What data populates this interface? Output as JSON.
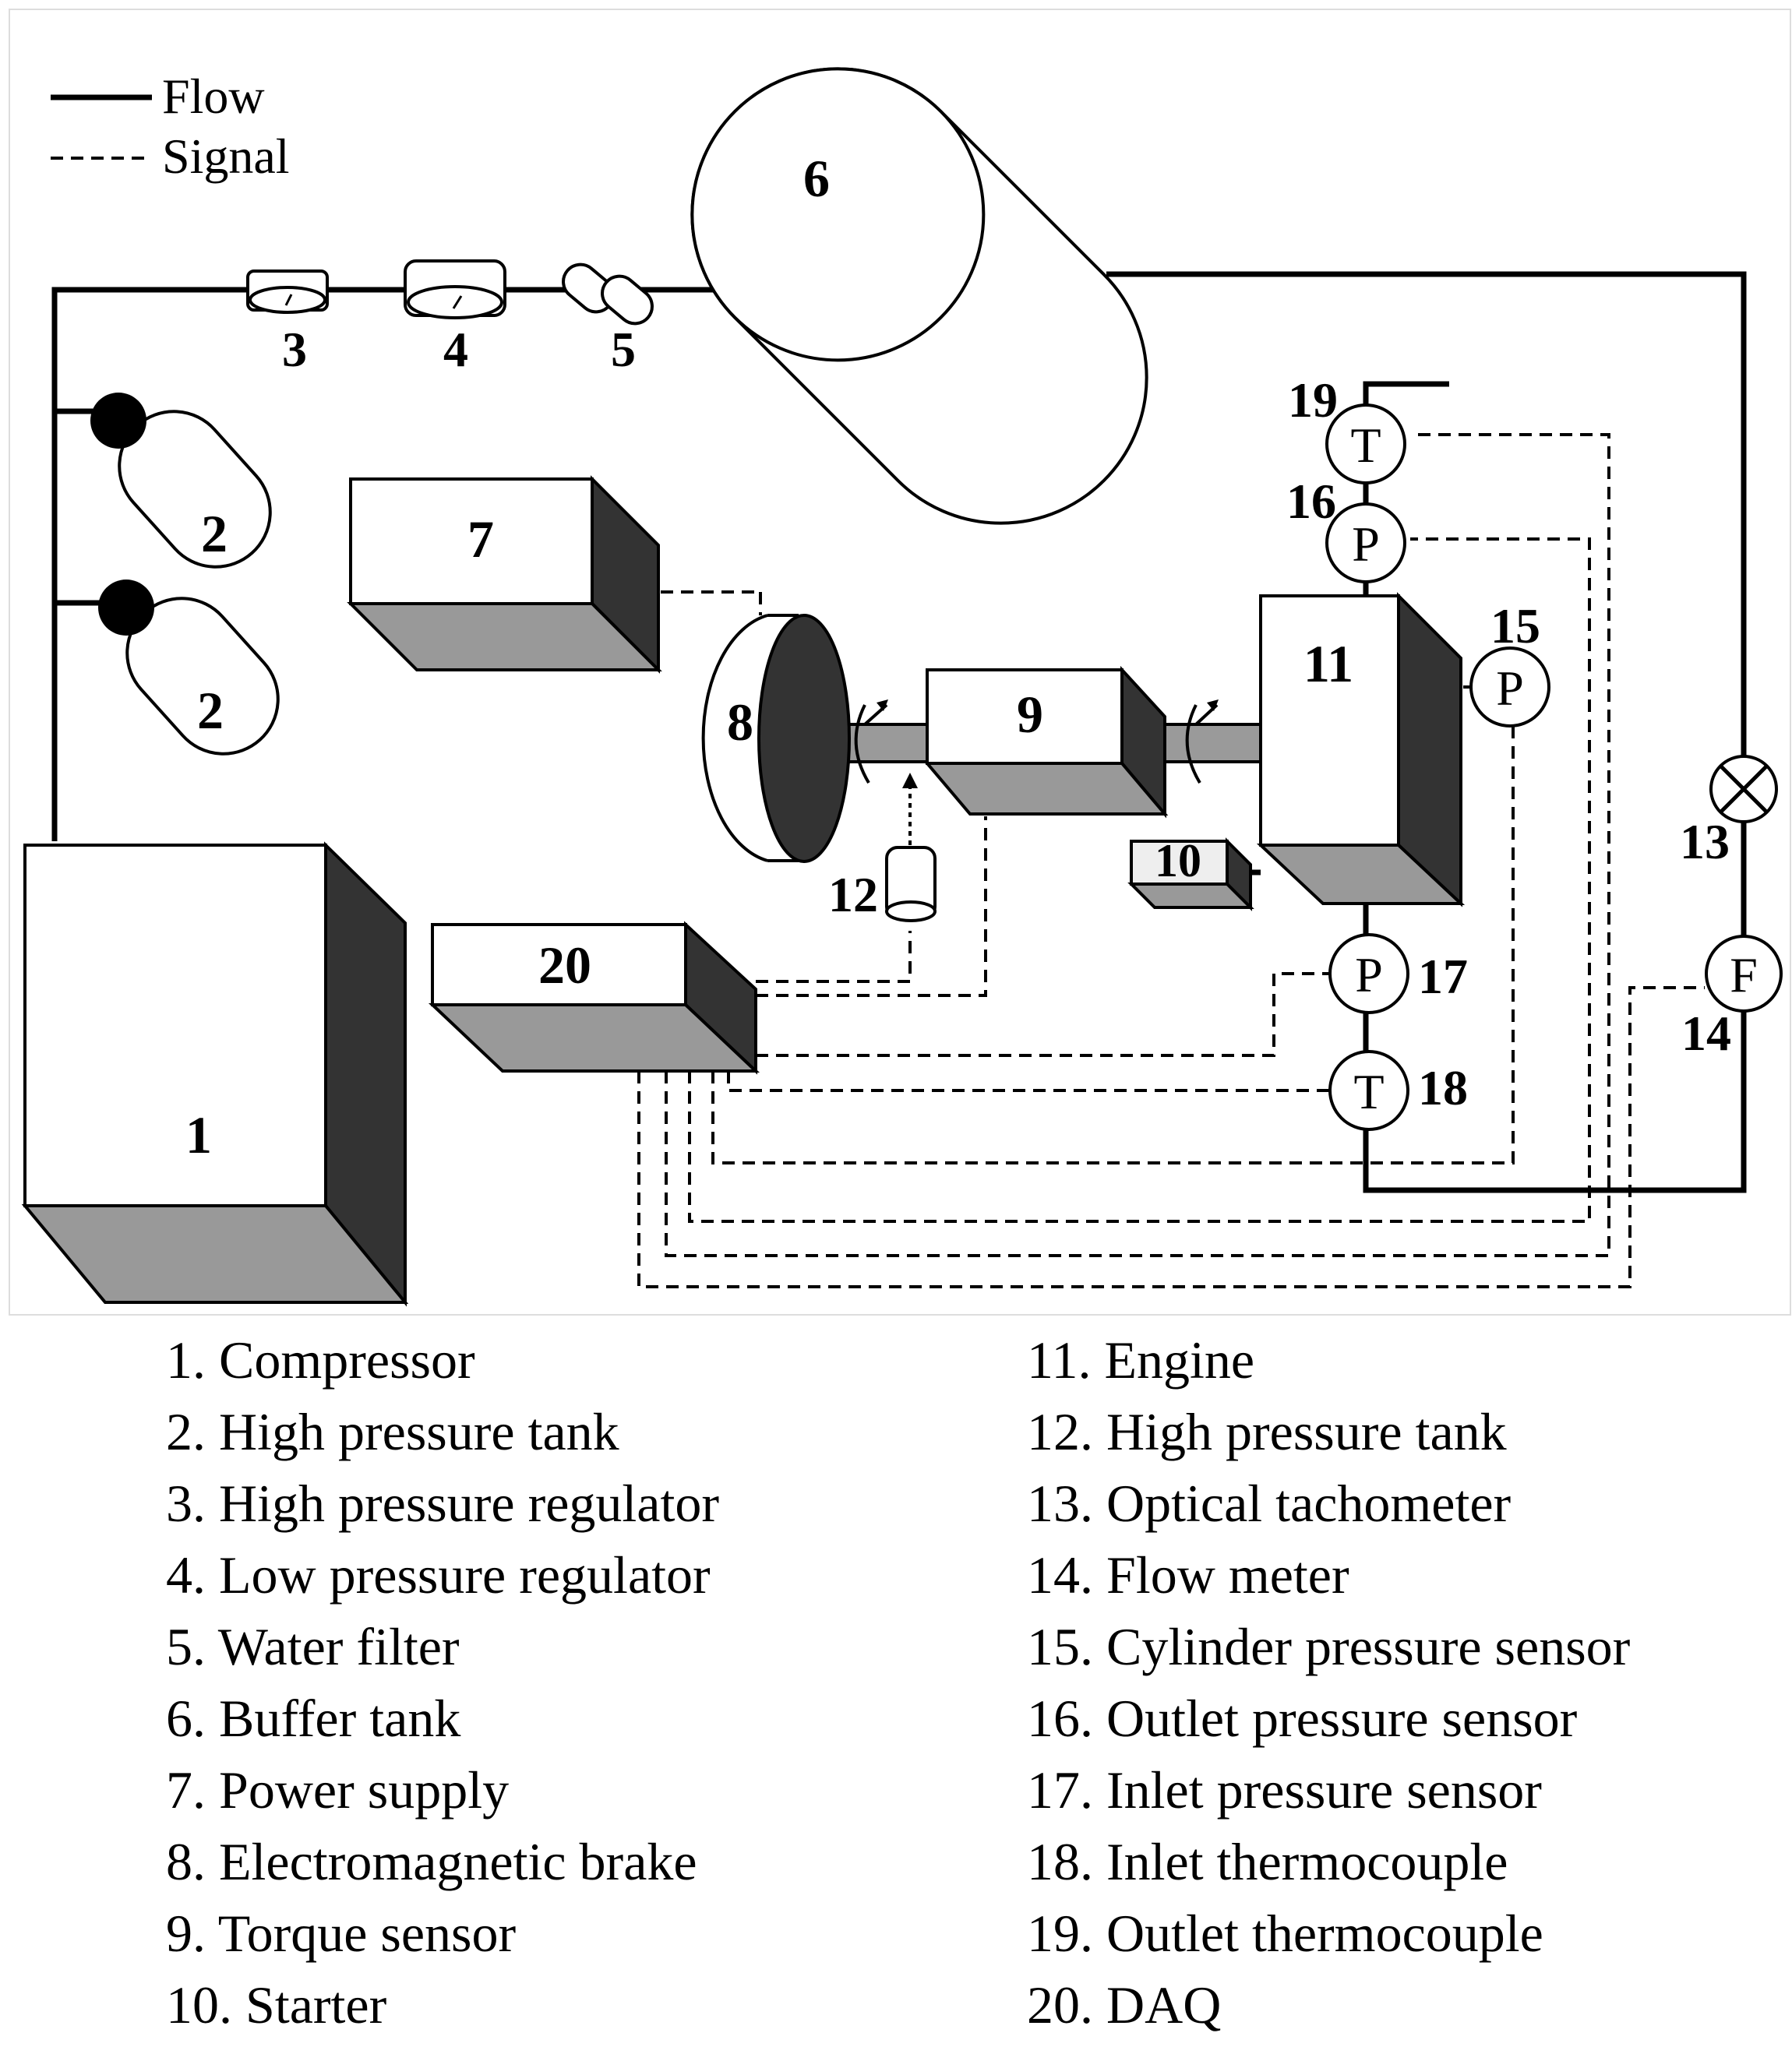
{
  "legend": {
    "flow": "Flow",
    "signal": "Signal"
  },
  "components": [
    {
      "num": "1",
      "name": "Compressor"
    },
    {
      "num": "2",
      "name": "High pressure tank"
    },
    {
      "num": "3",
      "name": "High pressure regulator"
    },
    {
      "num": "4",
      "name": "Low pressure regulator"
    },
    {
      "num": "5",
      "name": "Water filter"
    },
    {
      "num": "6",
      "name": "Buffer tank"
    },
    {
      "num": "7",
      "name": "Power supply"
    },
    {
      "num": "8",
      "name": "Electromagnetic brake"
    },
    {
      "num": "9",
      "name": "Torque sensor"
    },
    {
      "num": "10",
      "name": "Starter"
    },
    {
      "num": "11",
      "name": "Engine"
    },
    {
      "num": "12",
      "name": "High pressure tank"
    },
    {
      "num": "13",
      "name": "Optical tachometer"
    },
    {
      "num": "14",
      "name": "Flow meter"
    },
    {
      "num": "15",
      "name": "Cylinder pressure sensor"
    },
    {
      "num": "16",
      "name": "Outlet pressure sensor"
    },
    {
      "num": "17",
      "name": "Inlet pressure sensor"
    },
    {
      "num": "18",
      "name": "Inlet thermocouple"
    },
    {
      "num": "19",
      "name": "Outlet thermocouple"
    },
    {
      "num": "20",
      "name": "DAQ"
    }
  ],
  "symbols": {
    "pressure": "P",
    "temperature": "T",
    "flow": "F"
  },
  "colors": {
    "shade_dark": "#333333",
    "shade_gray": "#999999",
    "line": "#000000"
  }
}
